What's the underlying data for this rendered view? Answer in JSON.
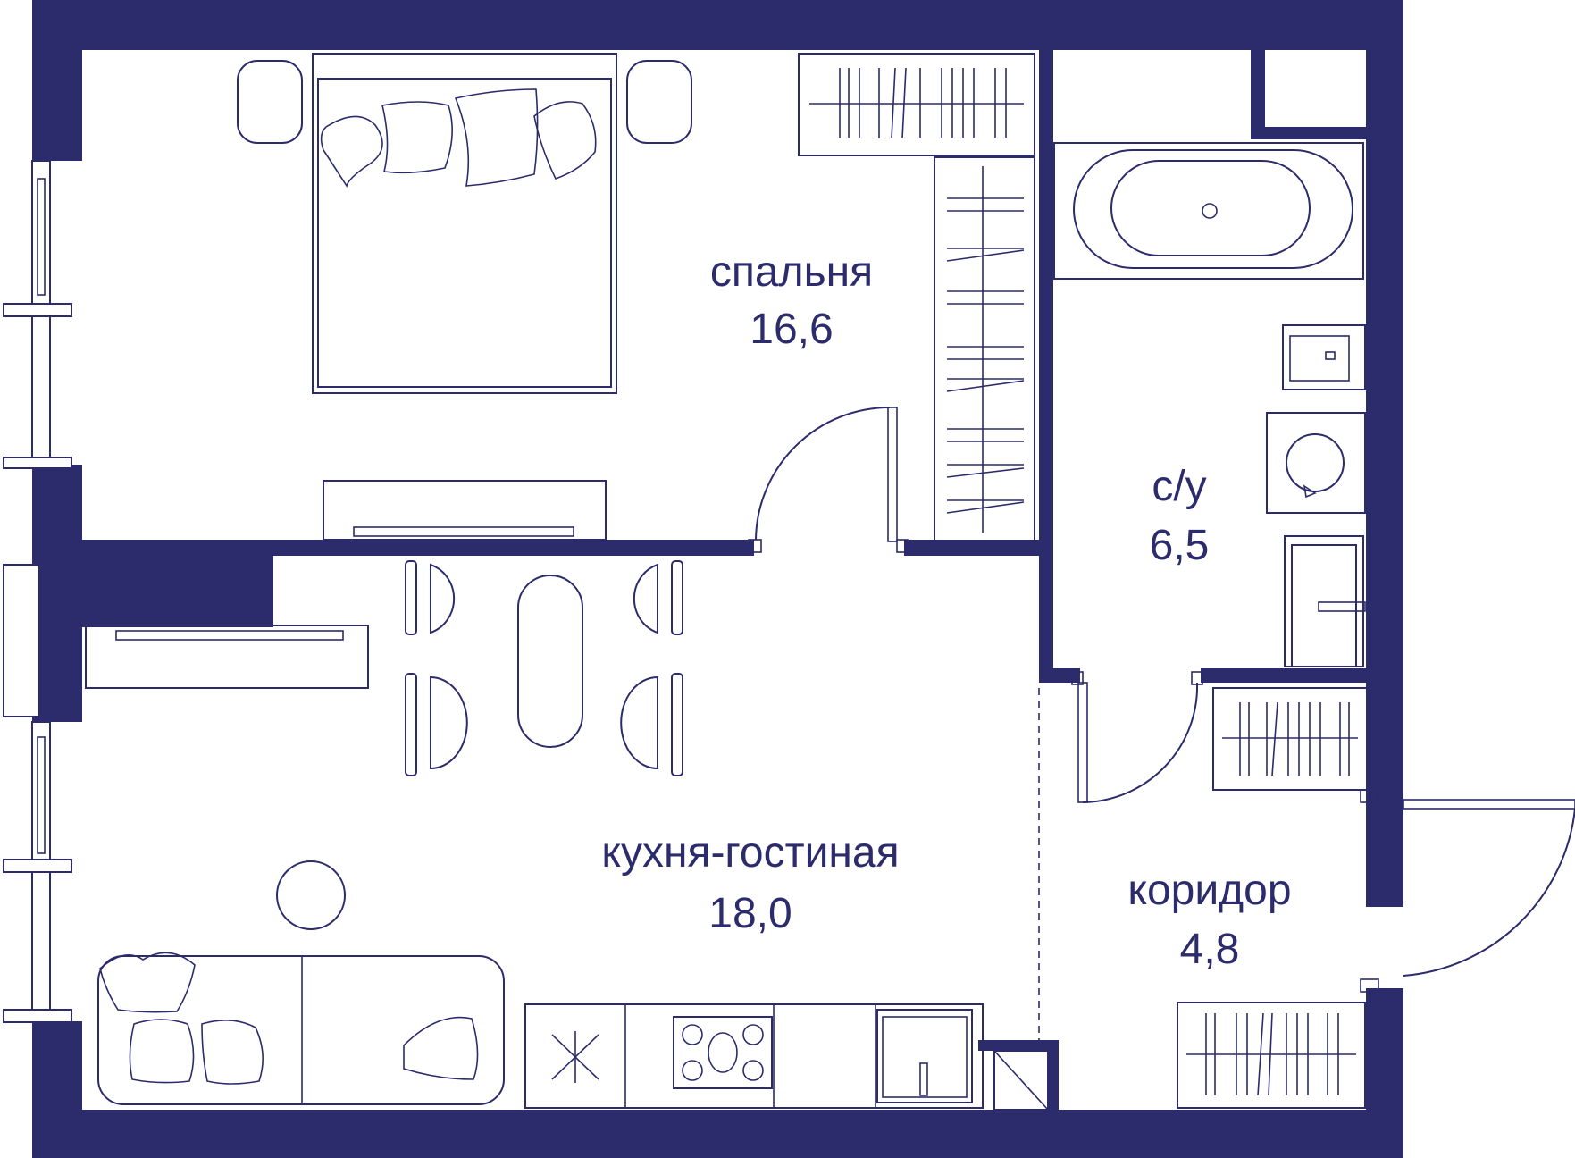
{
  "colors": {
    "wall": "#2c2b6c",
    "background": "#ffffff"
  },
  "rooms": {
    "bedroom": {
      "name": "спальня",
      "area": "16,6"
    },
    "bathroom": {
      "name": "с/у",
      "area": "6,5"
    },
    "living": {
      "name": "кухня-гостиная",
      "area": "18,0"
    },
    "corridor": {
      "name": "коридор",
      "area": "4,8"
    }
  }
}
